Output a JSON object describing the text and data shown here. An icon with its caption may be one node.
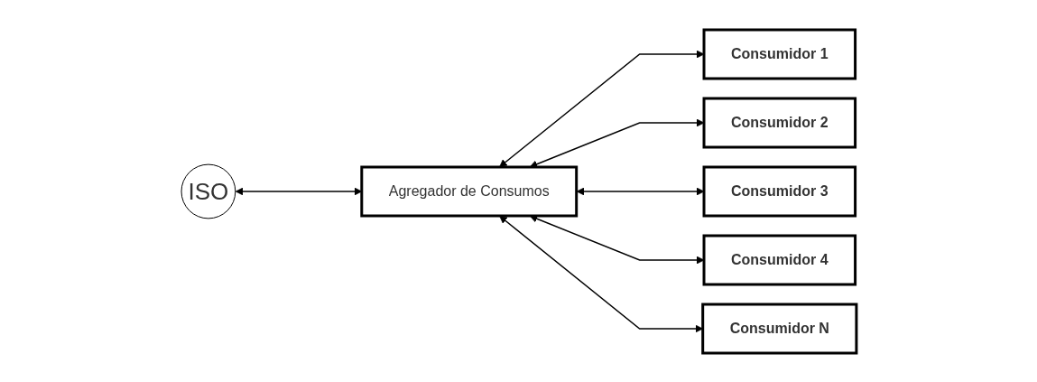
{
  "diagram": {
    "nodes": [
      {
        "text": [
          "ISO"
        ]
      },
      {
        "text": [
          "Agregador de Consumos"
        ]
      },
      {
        "text": [
          "Consumidor 1"
        ]
      },
      {
        "text": [
          "Consumidor 2"
        ]
      },
      {
        "text": [
          "Consumidor 3"
        ]
      },
      {
        "text": [
          "Consumidor 4"
        ]
      },
      {
        "text": [
          "Consumidor N"
        ]
      }
    ],
    "edges": [
      {
        "from": 0,
        "to": 1,
        "arrow": "both"
      },
      {
        "from": 1,
        "to": 2,
        "arrow": "both"
      },
      {
        "from": 1,
        "to": 3,
        "arrow": "both"
      },
      {
        "from": 1,
        "to": 4,
        "arrow": "both"
      },
      {
        "from": 1,
        "to": 5,
        "arrow": "both"
      },
      {
        "from": 1,
        "to": 6,
        "arrow": "both"
      }
    ]
  }
}
